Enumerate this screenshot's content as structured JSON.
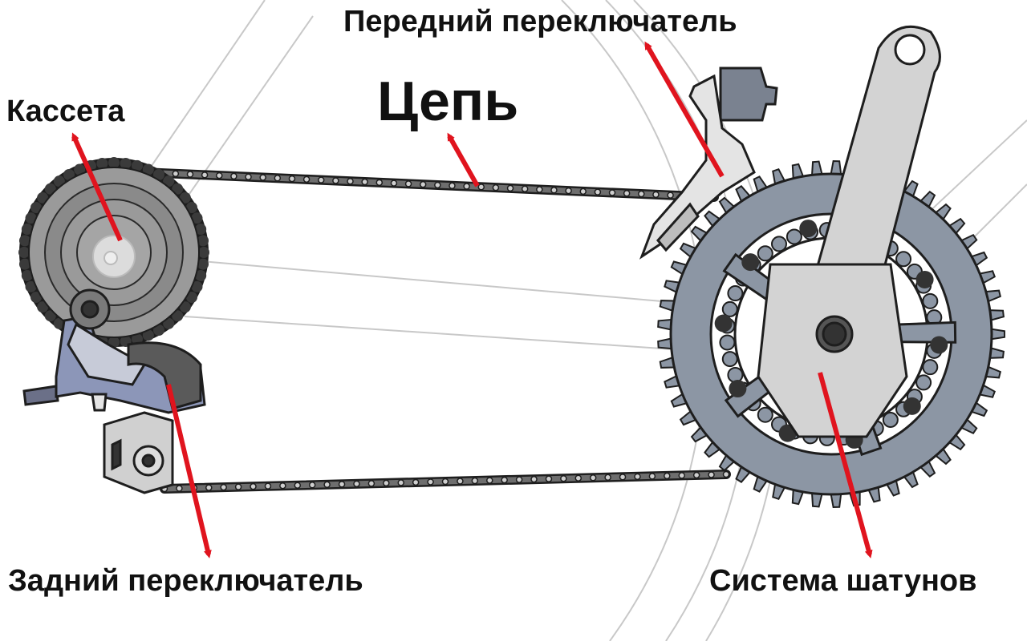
{
  "labels": {
    "front_derailleur": "Передний переключатель",
    "chain": "Цепь",
    "cassette": "Кассета",
    "rear_derailleur": "Задний переключатель",
    "crankset": "Система шатунов"
  },
  "colors": {
    "arrow": "#e0141e",
    "chainring": "#8c96a4",
    "crank_arm": "#d3d3d3",
    "cassette": "#8a8a8a",
    "chain_plate": "#6e6e6e",
    "derailleur_blue": "#8c96b8",
    "guide_lines": "#c8c8c8",
    "outline": "#1e1e1e"
  }
}
